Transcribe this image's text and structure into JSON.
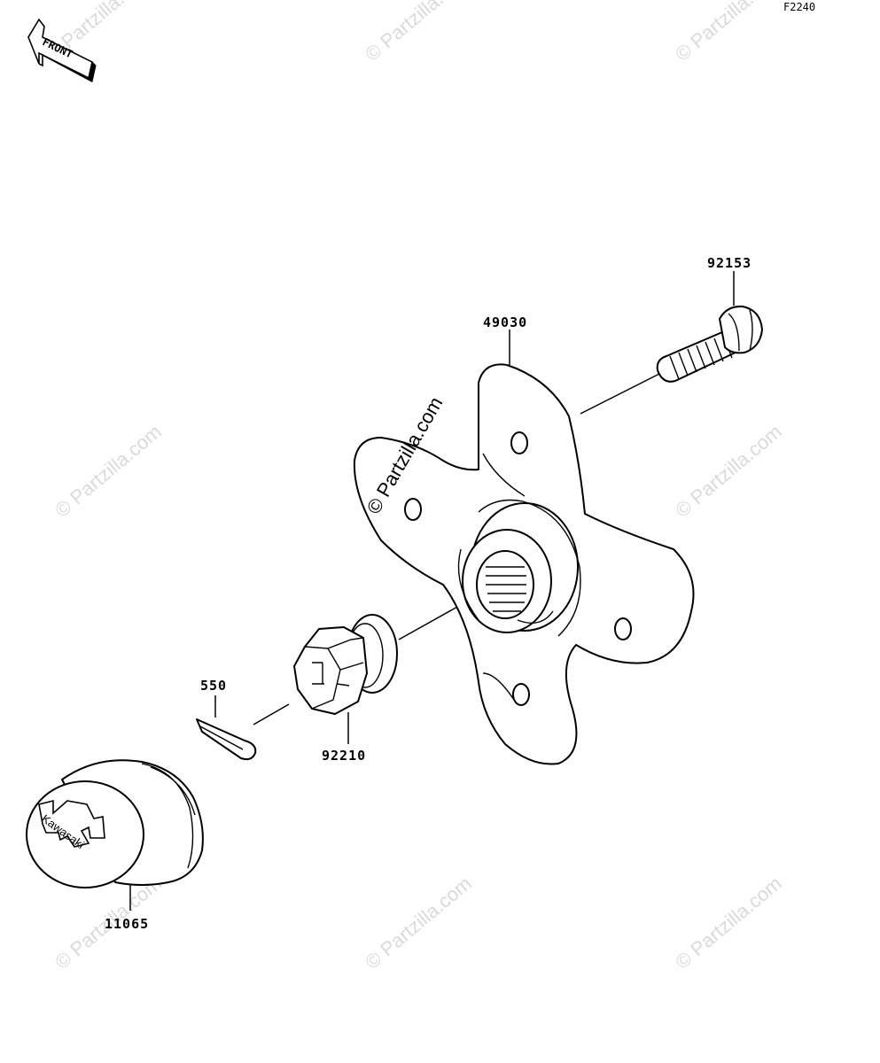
{
  "diagram_code": "F2240",
  "front_label": "FRONT",
  "watermark": "© Partzilla.com",
  "logo_text": "Kawasaki",
  "parts": [
    {
      "number": "92153"
    },
    {
      "number": "49030"
    },
    {
      "number": "550"
    },
    {
      "number": "92210"
    },
    {
      "number": "11065"
    }
  ]
}
